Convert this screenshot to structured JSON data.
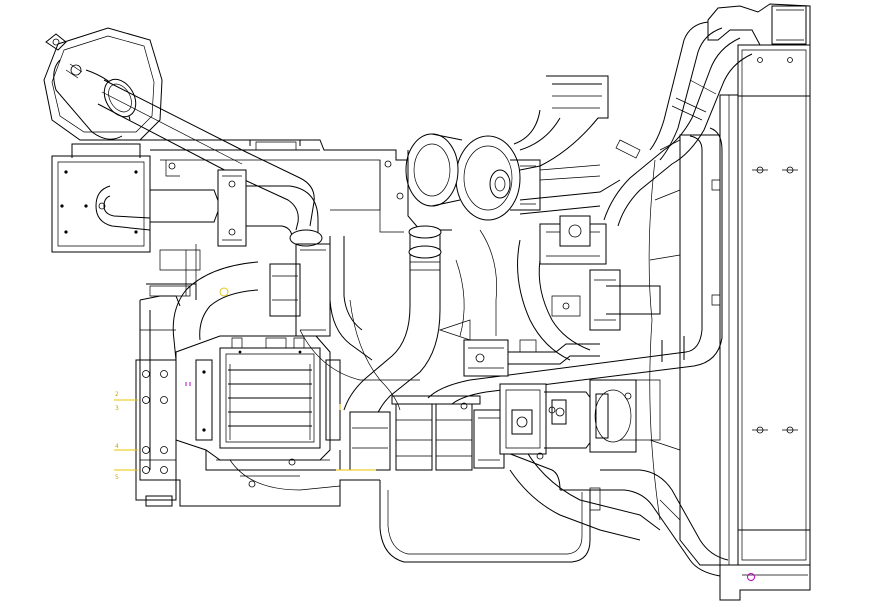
{
  "drawing": {
    "line_color": "#000000",
    "background": "#ffffff",
    "annotation_color": "#e8c400",
    "marker_color": "#c000c0",
    "callouts": [
      {
        "text": "2"
      },
      {
        "text": "3"
      },
      {
        "text": "4"
      },
      {
        "text": "5"
      }
    ]
  }
}
